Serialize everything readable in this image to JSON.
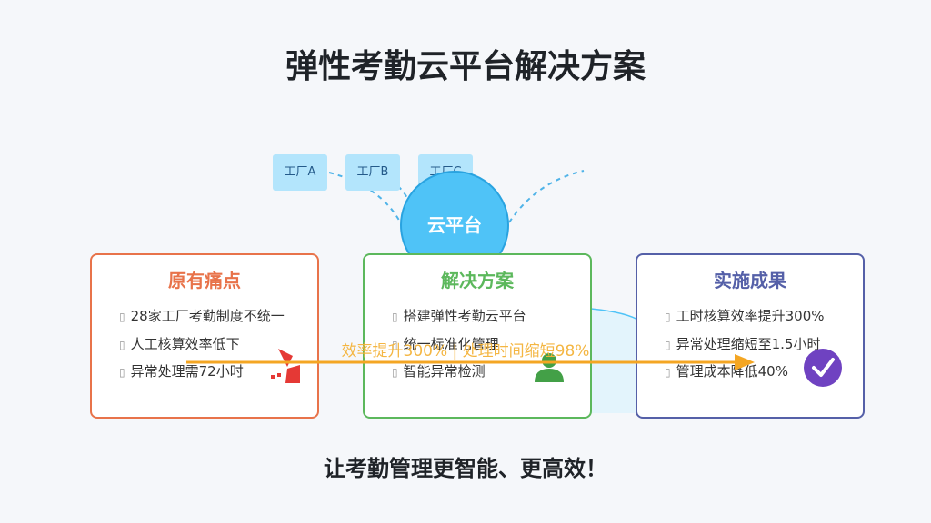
{
  "title": "弹性考勤云平台解决方案",
  "factories": [
    "工厂A",
    "工厂B",
    "工厂C"
  ],
  "cloud_label": "云平台",
  "cards": [
    {
      "title": "原有痛点",
      "color": "#e8734a",
      "items": [
        "28家工厂考勤制度不统一",
        "人工核算效率低下",
        "异常处理需72小时"
      ]
    },
    {
      "title": "解决方案",
      "color": "#5cb85c",
      "items": [
        "搭建弹性考勤云平台",
        "统一标准化管理",
        "智能异常检测"
      ]
    },
    {
      "title": "实施成果",
      "color": "#5560a8",
      "items": [
        "工时核算效率提升300%",
        "异常处理缩短至1.5小时",
        "管理成本降低40%"
      ]
    }
  ],
  "banner": "效率提升300% | 处理时间缩短98%",
  "footer": "让考勤管理更智能、更高效！",
  "colors": {
    "arrow": "#f4a623",
    "cloud": "#4fc3f7",
    "tag": "#b3e5fc",
    "check": "#6f42c1"
  }
}
